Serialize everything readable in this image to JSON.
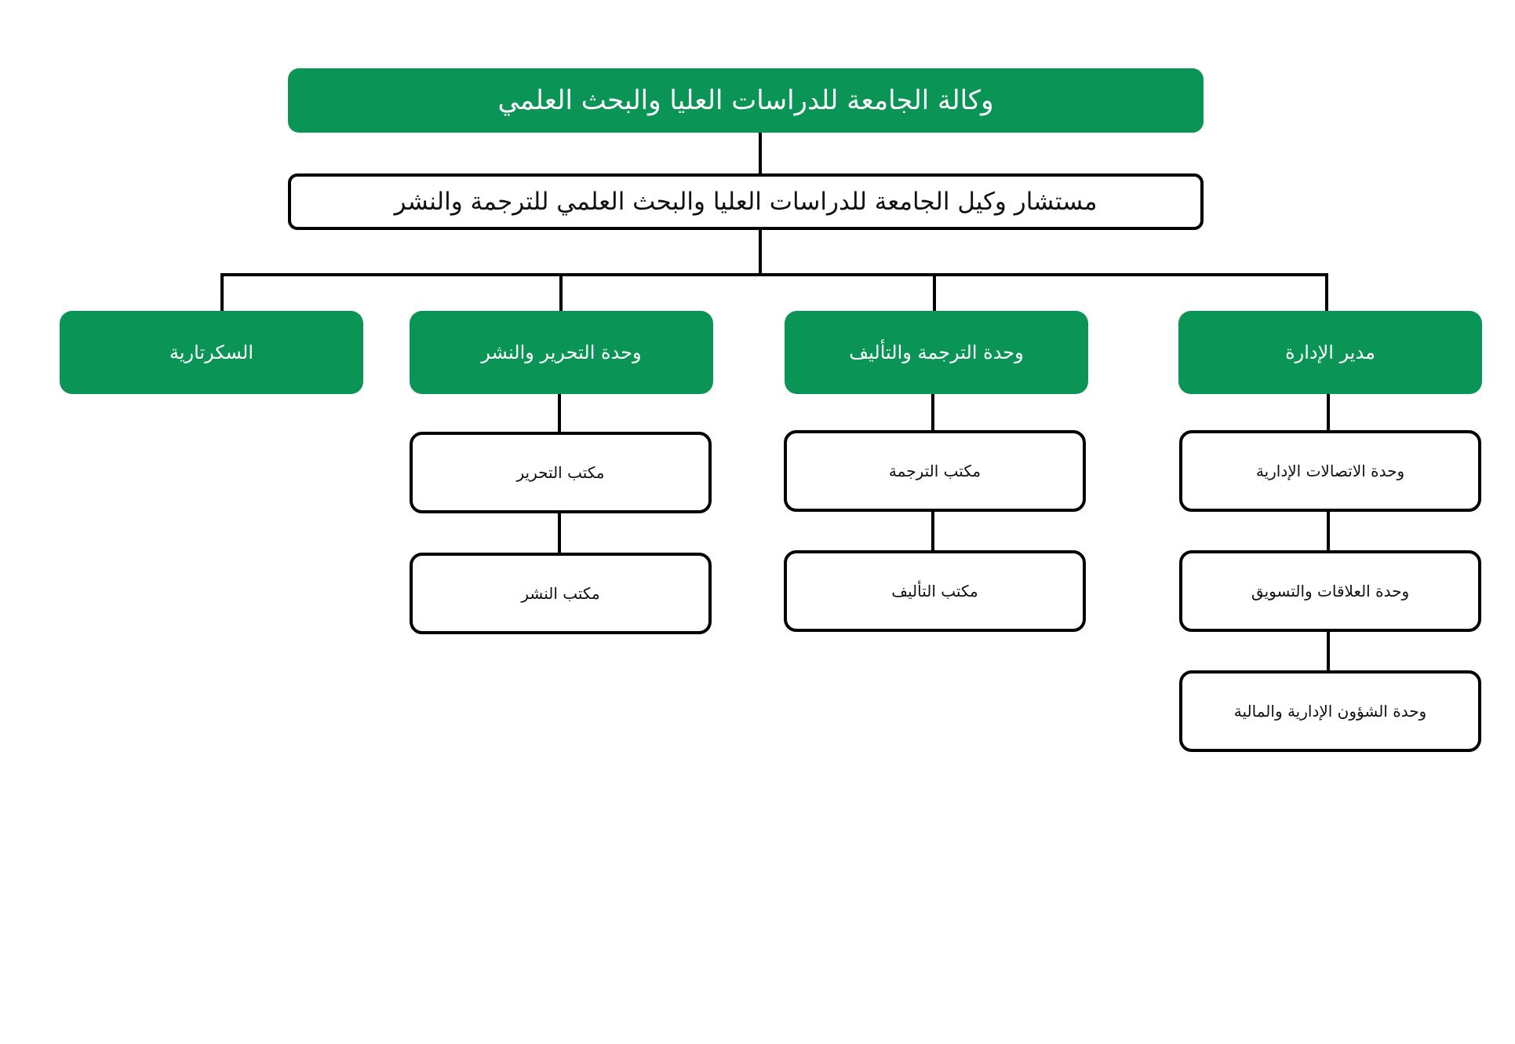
{
  "colors": {
    "primary_green": "#0a9455",
    "line": "#000000",
    "outline_text": "#111111",
    "green_text": "#ffffff"
  },
  "chart": {
    "top_title": "وكالة الجامعة للدراسات العليا والبحث العلمي",
    "advisor": "مستشار وكيل الجامعة للدراسات العليا والبحث العلمي للترجمة والنشر",
    "units": [
      {
        "label": "مدير الإدارة",
        "children": [
          "وحدة الاتصالات الإدارية",
          "وحدة العلاقات والتسويق",
          "وحدة الشؤون الإدارية والمالية"
        ]
      },
      {
        "label": "وحدة الترجمة والتأليف",
        "children": [
          "مكتب الترجمة",
          "مكتب التأليف"
        ]
      },
      {
        "label": "وحدة التحرير والنشر",
        "children": [
          "مكتب التحرير",
          "مكتب النشر"
        ]
      },
      {
        "label": "السكرتارية",
        "children": []
      }
    ]
  }
}
